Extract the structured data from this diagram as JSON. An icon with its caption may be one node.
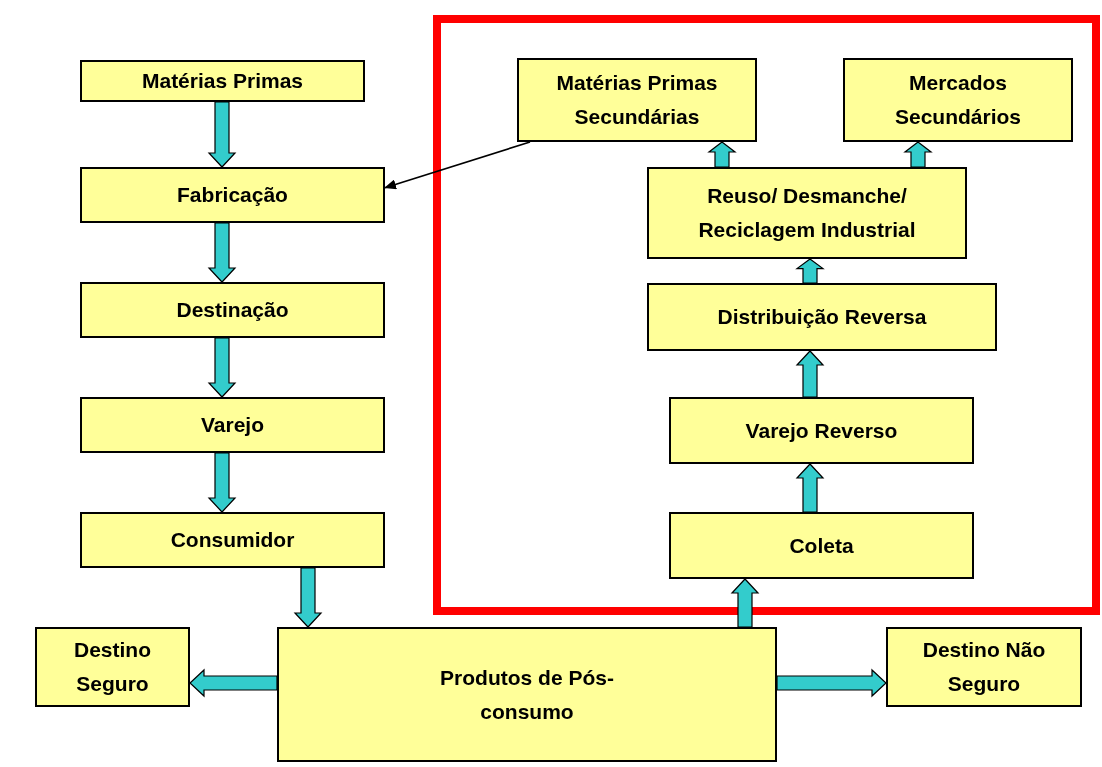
{
  "diagram": {
    "nodes": [
      {
        "text": [
          "Matérias Primas"
        ]
      },
      {
        "text": [
          "Fabricação"
        ]
      },
      {
        "text": [
          "Destinação"
        ]
      },
      {
        "text": [
          "Varejo"
        ]
      },
      {
        "text": [
          "Consumidor"
        ]
      },
      {
        "text": [],
        "shape": "box"
      },
      {
        "text": [
          "Matérias Primas Secundárias"
        ],
        "in": 5
      },
      {
        "text": [
          "Mercados Secundários"
        ],
        "in": 5
      },
      {
        "text": [
          "Reuso/ Desmanche/ Reciclagem Industrial"
        ],
        "in": 5
      },
      {
        "text": [
          "Distribuição Reversa"
        ],
        "in": 5
      },
      {
        "text": [
          "Varejo Reverso"
        ],
        "in": 5
      },
      {
        "text": [
          "Coleta"
        ],
        "in": 5
      },
      {
        "text": [
          "Destino Seguro"
        ]
      },
      {
        "text": [
          "Produtos de Pós-consumo"
        ]
      },
      {
        "text": [
          "Destino Não Seguro"
        ]
      }
    ],
    "edges": [
      {
        "from": 0,
        "to": 1,
        "arrow": "to",
        "style": "thick"
      },
      {
        "from": 1,
        "to": 2,
        "arrow": "to",
        "style": "thick"
      },
      {
        "from": 2,
        "to": 3,
        "arrow": "to",
        "style": "thick"
      },
      {
        "from": 3,
        "to": 4,
        "arrow": "to",
        "style": "thick"
      },
      {
        "from": 4,
        "to": 13,
        "arrow": "to",
        "style": "thick"
      },
      {
        "from": 13,
        "to": 11,
        "arrow": "to",
        "style": "thick"
      },
      {
        "from": 11,
        "to": 10,
        "arrow": "to",
        "style": "thick"
      },
      {
        "from": 10,
        "to": 9,
        "arrow": "to",
        "style": "thick"
      },
      {
        "from": 9,
        "to": 8,
        "arrow": "to",
        "style": "thick"
      },
      {
        "from": 8,
        "to": 6,
        "arrow": "to",
        "style": "thick"
      },
      {
        "from": 8,
        "to": 7,
        "arrow": "to",
        "style": "thick"
      },
      {
        "from": 6,
        "to": 1,
        "arrow": "to"
      },
      {
        "from": 13,
        "to": 12,
        "arrow": "to",
        "style": "thick"
      },
      {
        "from": 13,
        "to": 14,
        "arrow": "to",
        "style": "thick"
      }
    ]
  }
}
